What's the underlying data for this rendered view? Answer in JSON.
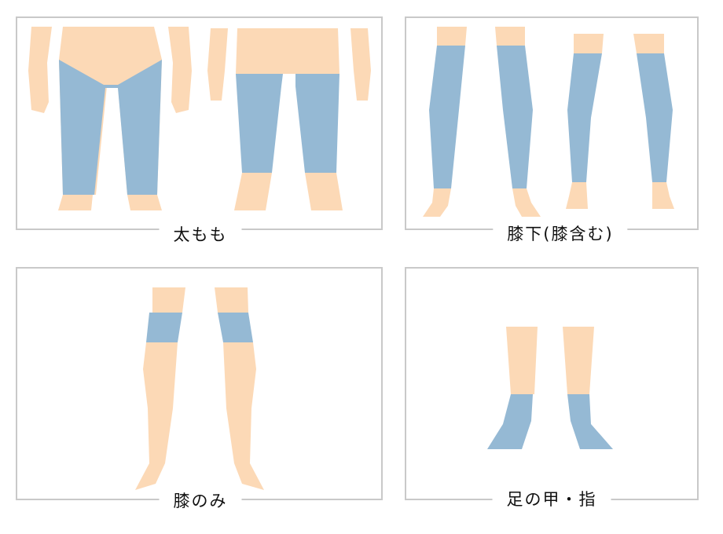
{
  "colors": {
    "skin": "#FCD9B6",
    "covered": "#95B9D4",
    "border": "#C9C9C9",
    "line": "#E8B48E"
  },
  "panels": [
    {
      "label": "太もも"
    },
    {
      "label": "膝下(膝含む)"
    },
    {
      "label": "膝のみ"
    },
    {
      "label": "足の甲・指"
    }
  ]
}
